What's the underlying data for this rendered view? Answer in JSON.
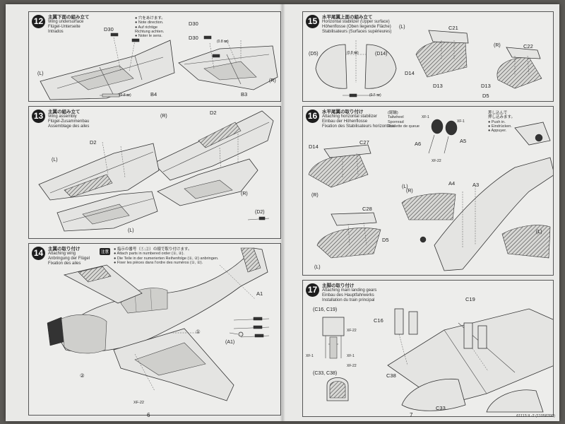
{
  "step12": {
    "num": "12",
    "jp": "主翼下面の組み立て",
    "en": "Wing undersurface",
    "de": "Flügel-Unterseite",
    "fr": "Intrados",
    "note": [
      "● 穴をあけます。",
      "● Note direction.",
      "● Auf richtige",
      "  Richtung achten.",
      "● Noter le sens."
    ],
    "labels": [
      "D30",
      "D30",
      "D30",
      "(L)",
      "(R)",
      "B4",
      "B3",
      "(0.8 ㎜)",
      "(0.8 ㎜)"
    ]
  },
  "step13": {
    "num": "13",
    "jp": "主翼の組み立て",
    "en": "Wing assembly",
    "de": "Flügel-Zusammenbau",
    "fr": "Assemblage des ailes",
    "labels": [
      "(R)",
      "D2",
      "D2",
      "(L)",
      "(R)",
      "(D2)",
      "(L)"
    ]
  },
  "step14": {
    "num": "14",
    "jp": "主翼の取り付け",
    "en": "Attaching wing",
    "de": "Anbringung der Flügel",
    "fr": "Fixation des ailes",
    "badge": "注意",
    "note": [
      "● 指示の番号（①,②）の順で取り付けます。",
      "● Attach parts in numbered order (①, ②).",
      "● Die Teile in der numerierten Reihenfolge (①, ②) anbringen.",
      "● Fixer les pièces dans l'ordre des numéros (①, ②)."
    ],
    "labels": [
      "A1",
      "①",
      "(A1)",
      "②",
      "XF-22"
    ]
  },
  "step15": {
    "num": "15",
    "jp": "水平尾翼上面の組み立て",
    "en": "Horizontal stabilizer (Upper surface)",
    "de": "Höhenflosse (Oben liegende Fläche)",
    "fr": "Stabilisateurs (Surfaces supérieures)",
    "labels": [
      "(D5)",
      "(D14)",
      "(L)",
      "C21",
      "D14",
      "D13",
      "(R)",
      "C22",
      "D13",
      "D5",
      "(0.8 ㎜)",
      "(0.5 ㎜)"
    ]
  },
  "step16": {
    "num": "16",
    "jp": "水平尾翼の取り付け",
    "en": "Attaching horizontal stabilizer",
    "de": "Einbau der Höhenflosse",
    "fr": "Fixation des Stabilisateurs horizontaux",
    "tailwheel": [
      "(尾輪)",
      "Tailwheel",
      "Spornrad",
      "Roulette de queue"
    ],
    "push": [
      "差し込んで",
      "押し込みます。",
      "● Push in.",
      "● Eindrücken.",
      "● Appuyer."
    ],
    "labels": [
      "XF-1",
      "XF-1",
      "A6",
      "A5",
      "XF-22",
      "D14",
      "C27",
      "(R)",
      "A4",
      "A3",
      "(L)",
      "(R)",
      "C28",
      "D5",
      "(L)",
      "(L)"
    ]
  },
  "step17": {
    "num": "17",
    "jp": "主脚の取り付け",
    "en": "Attaching main landing gears",
    "de": "Einbau des Hauptfahrwerks",
    "fr": "Installation du train principal",
    "labels": [
      "(C16, C19)",
      "XF-22",
      "XF-1",
      "XF-1",
      "XF-22",
      "(C33, C38)",
      "C19",
      "C16",
      "C38",
      "C33"
    ]
  },
  "footer": {
    "page_left": "6",
    "page_right": "7",
    "code": "61113 IL-2 (11058398)"
  }
}
